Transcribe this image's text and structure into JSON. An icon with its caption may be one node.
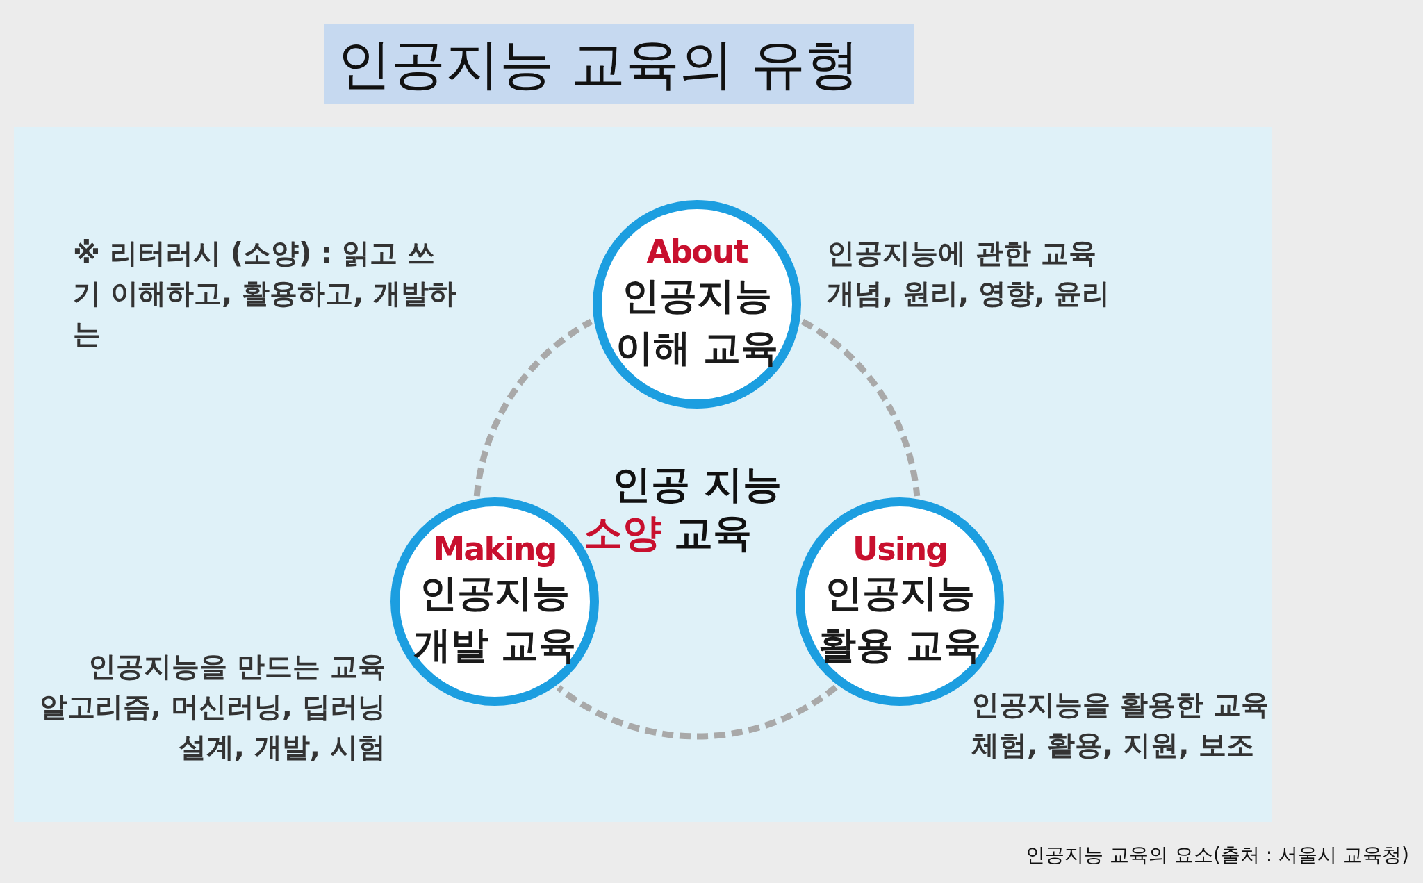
{
  "diagram": {
    "title": "인공지능 교육의 유형",
    "caption": "인공지능 교육의 요소(출처 : 서울시 교육청)",
    "nodes": [
      {
        "text": [
          "About",
          "인공지능 이해 교육"
        ],
        "beside": [
          "인공지능에 관한 교육",
          "개념, 원리, 영향, 윤리"
        ]
      },
      {
        "text": [
          "Making",
          "인공지능 개발 교육"
        ],
        "beside": [
          "인공지능을 만드는 교육",
          "알고리즘, 머신러닝, 딥러닝",
          "설계, 개발, 시험"
        ]
      },
      {
        "text": [
          "Using",
          "인공지능 활용 교육"
        ],
        "beside": [
          "인공지능을 활용한 교육",
          "체험, 활용, 지원, 보조"
        ]
      }
    ],
    "edges": [
      {
        "from": 0,
        "to": 2,
        "arrow": "none",
        "style": "dashed"
      },
      {
        "from": 2,
        "to": 1,
        "arrow": "none",
        "style": "dashed"
      },
      {
        "from": 1,
        "to": 0,
        "arrow": "none",
        "style": "dashed"
      }
    ],
    "labels": [
      "※ 리터러시 (소양) : 읽고 쓰기 이해하고, 활용하고, 개발하는",
      "인공 지능",
      "소양",
      "교육"
    ]
  }
}
